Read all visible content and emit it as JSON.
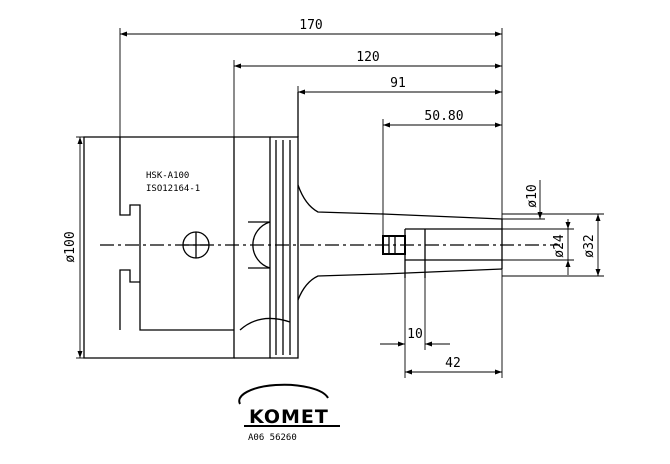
{
  "drawing": {
    "dimensions": {
      "d170": "170",
      "d120": "120",
      "d91": "91",
      "d50": "50.80",
      "d10": "10",
      "d42": "42",
      "dia100": "ø100",
      "dia10": "ø10",
      "dia24": "ø24",
      "dia32": "ø32"
    },
    "spec_line_1": "HSK-A100",
    "spec_line_2": "ISO12164-1",
    "logo_text": "KOMET",
    "part_number": "A06 56260"
  }
}
